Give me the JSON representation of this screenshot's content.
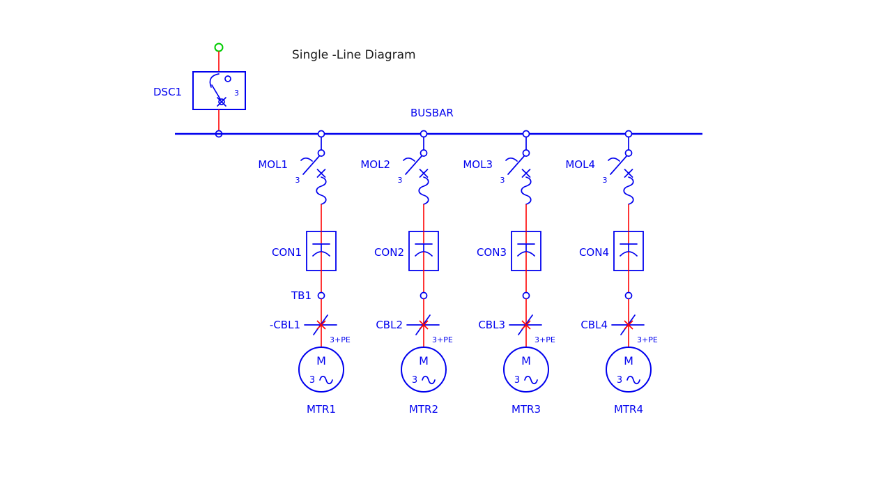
{
  "title": "Single -Line Diagram",
  "busbar": {
    "label": "BUSBAR"
  },
  "disconnector": {
    "label": "DSC1",
    "poles": "3"
  },
  "tb_label": "TB1",
  "motor": {
    "letter": "M",
    "phases": "3"
  },
  "branches": [
    {
      "mol": "MOL1",
      "mol_poles": "3",
      "con": "CON1",
      "cbl": "-CBL1",
      "cbl_conductors": "3+PE",
      "mtr": "MTR1"
    },
    {
      "mol": "MOL2",
      "mol_poles": "3",
      "con": "CON2",
      "cbl": "CBL2",
      "cbl_conductors": "3+PE",
      "mtr": "MTR2"
    },
    {
      "mol": "MOL3",
      "mol_poles": "3",
      "con": "CON3",
      "cbl": "CBL3",
      "cbl_conductors": "3+PE",
      "mtr": "MTR3"
    },
    {
      "mol": "MOL4",
      "mol_poles": "3",
      "con": "CON4",
      "cbl": "CBL4",
      "cbl_conductors": "3+PE",
      "mtr": "MTR4"
    }
  ],
  "colors": {
    "symbol_blue": "#0000ee",
    "wire_red": "#ff0000",
    "terminal_green": "#00cc00",
    "title_text": "#1a1a1a",
    "background": "#ffffff"
  }
}
